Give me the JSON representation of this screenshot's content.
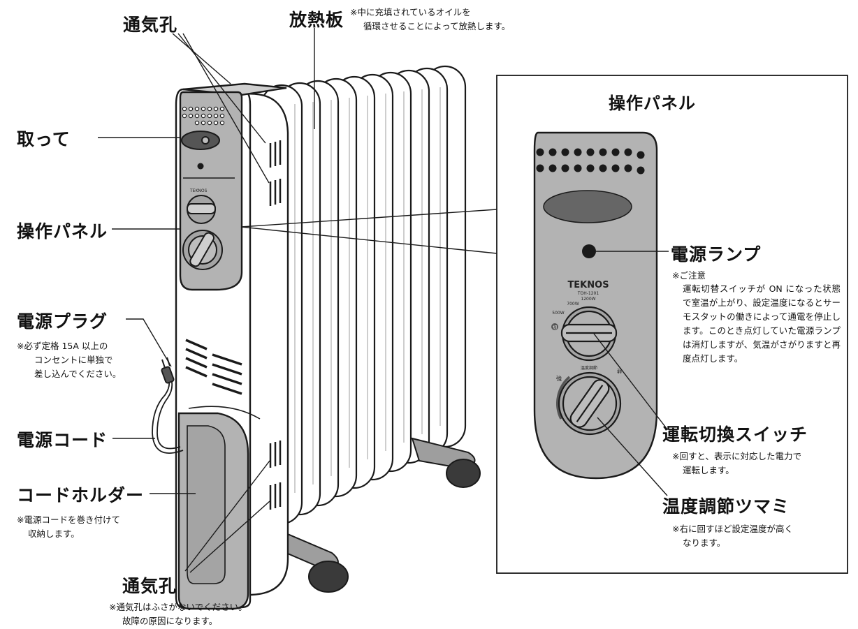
{
  "labels": {
    "vent_top": "通気孔",
    "radiator": "放熱板",
    "radiator_note_1": "※中に充填されているオイルを",
    "radiator_note_2": "循環させることによって放熱します。",
    "handle": "取って",
    "control_panel": "操作パネル",
    "power_plug": "電源プラグ",
    "plug_note_1": "※必ず定格 15A 以上の",
    "plug_note_2": "コンセントに単独で",
    "plug_note_3": "差し込んでください。",
    "power_cord": "電源コード",
    "cord_holder": "コードホルダー",
    "holder_note_1": "※電源コードを巻き付けて",
    "holder_note_2": "収納します。",
    "vent_bottom": "通気孔",
    "vent_note_1": "※通気孔はふさがないでください。",
    "vent_note_2": "故障の原因になります。"
  },
  "panel_box": {
    "title": "操作パネル",
    "lamp": "電源ランプ",
    "lamp_note_head": "※ご注意",
    "lamp_note_body": "運転切替スイッチが ON になった状態で室温が上がり、設定温度になるとサーモスタットの働きによって通電を停止します。このとき点灯していた電源ランプは消灯しますが、気温がさがりますと再度点灯します。",
    "switch": "運転切換スイッチ",
    "switch_note_1": "※回すと、表示に対応した電力で",
    "switch_note_2": "運転します。",
    "dial": "温度調節ツマミ",
    "dial_note_1": "※右に回すほど設定温度が高く",
    "dial_note_2": "なります。"
  },
  "panel_print": {
    "brand": "TEKNOS",
    "model": "TOH-1201",
    "w1200": "1200W",
    "w700": "700W",
    "w500": "500W",
    "off": "切",
    "strong": "強",
    "temp_adjust": "温度調節",
    "weak": "弱"
  },
  "colors": {
    "panel_gray": "#b3b3b3",
    "dark": "#4d4d4d",
    "line": "#1a1a1a"
  }
}
